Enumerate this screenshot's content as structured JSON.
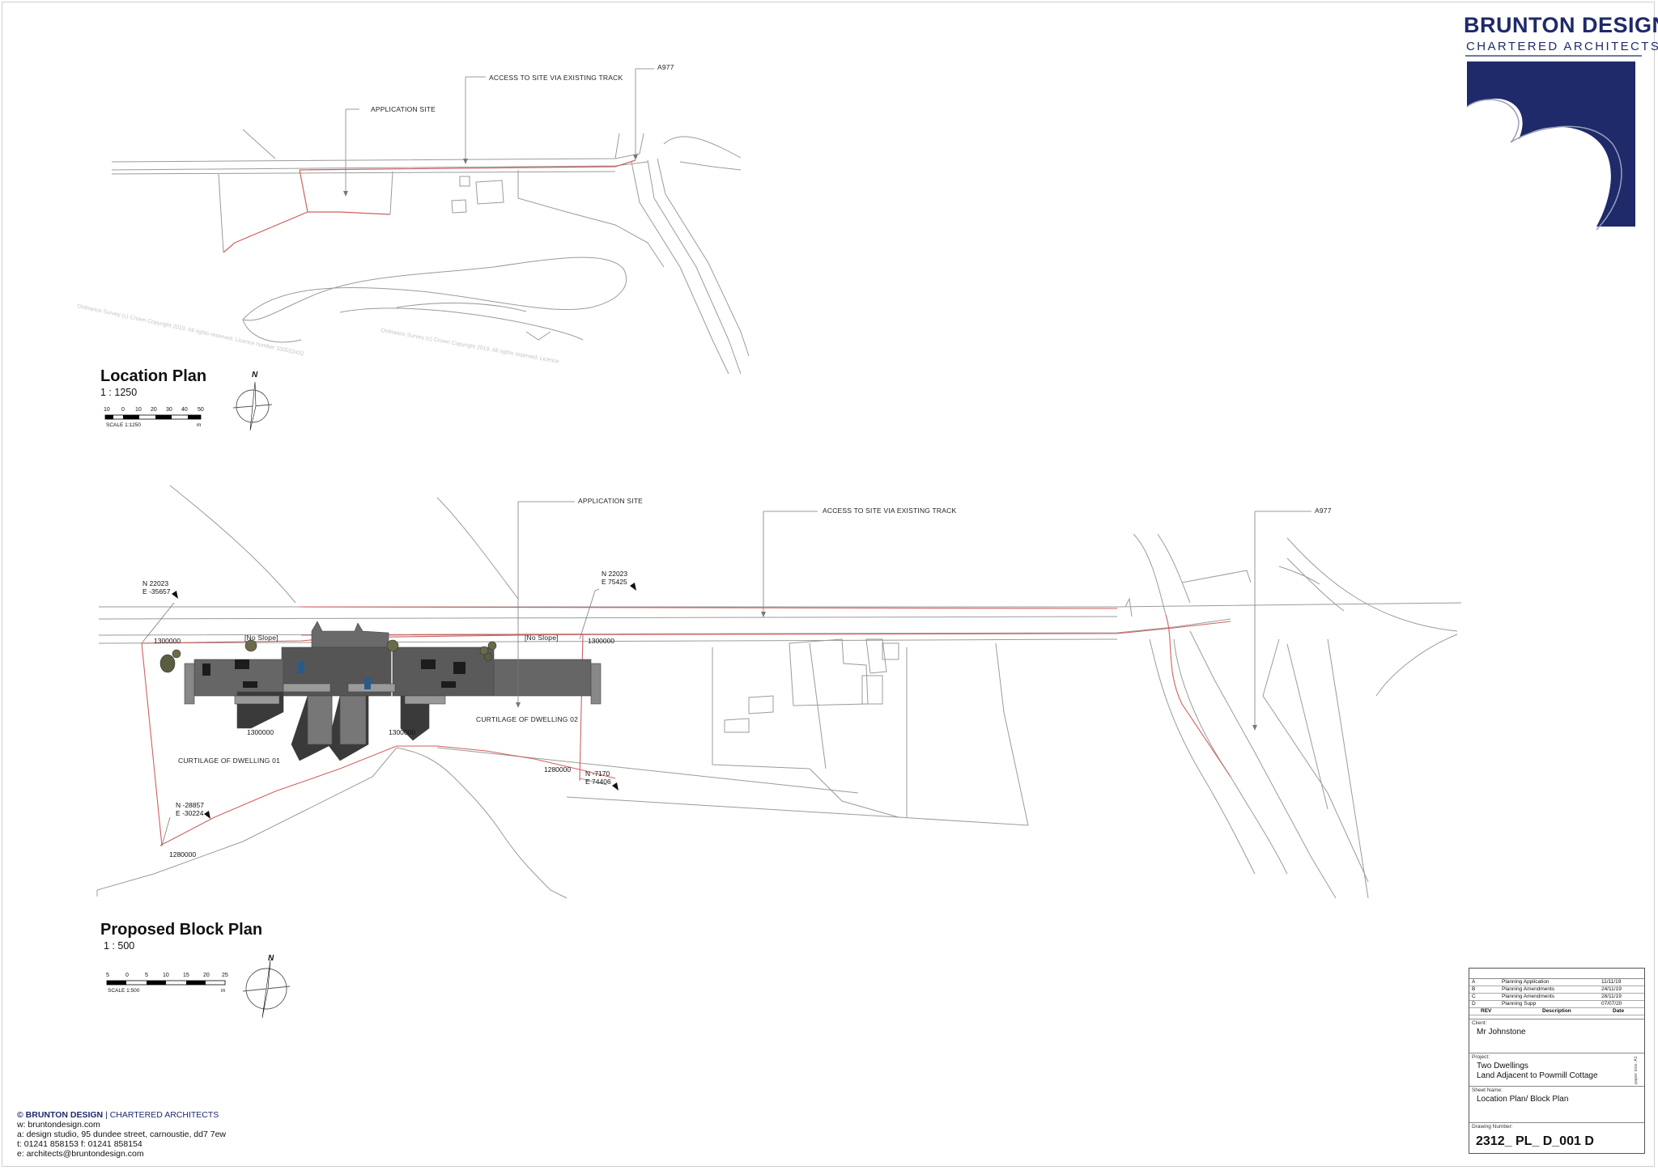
{
  "logo": {
    "title": "BRUNTON DESIGN",
    "subtitle": "CHARTERED ARCHITECTS",
    "colors": {
      "navy": "#1f2a6b"
    }
  },
  "location_plan": {
    "labels": {
      "application_site": "APPLICATION SITE",
      "access": "ACCESS TO SITE VIA EXISTING TRACK",
      "road": "A977"
    },
    "title": "Location Plan",
    "scale": "1 : 1250",
    "scalebar": {
      "ticks": [
        "10",
        "0",
        "10",
        "20",
        "30",
        "40",
        "50"
      ],
      "caption": "SCALE 1:1250",
      "unit": "m"
    },
    "north": "N"
  },
  "block_plan": {
    "labels": {
      "application_site": "APPLICATION SITE",
      "access": "ACCESS TO SITE VIA EXISTING TRACK",
      "road": "A977",
      "curtilage_1": "CURTILAGE OF DWELLING 01",
      "curtilage_2": "CURTILAGE OF DWELLING 02",
      "no_slope_1": "[No Slope]",
      "no_slope_2": "[No Slope]"
    },
    "coords": [
      {
        "n": "N 22023",
        "e": "E -35657"
      },
      {
        "n": "N 22023",
        "e": "E 75425"
      },
      {
        "n": "N -28857",
        "e": "E -30224"
      },
      {
        "n": "N -7170",
        "e": "E 74406"
      }
    ],
    "levels": [
      "1300000",
      "1300000",
      "1300000",
      "1300000",
      "1280000",
      "1280000"
    ],
    "title": "Proposed Block Plan",
    "scale": "1 : 500",
    "scalebar": {
      "ticks": [
        "5",
        "0",
        "5",
        "10",
        "15",
        "20",
        "25"
      ],
      "caption": "SCALE 1:500",
      "unit": "m"
    },
    "north": "N"
  },
  "title_block": {
    "revisions": [
      {
        "rev": "A",
        "desc": "Planning Application",
        "date": "11/11/19"
      },
      {
        "rev": "B",
        "desc": "Planning Amendments",
        "date": "24/11/19"
      },
      {
        "rev": "C",
        "desc": "Planning Amendments",
        "date": "28/11/19"
      },
      {
        "rev": "D",
        "desc": "Planning Supp",
        "date": "07/07/20"
      }
    ],
    "rev_header": {
      "rev": "REV",
      "desc": "Description",
      "date": "Date"
    },
    "client_caption": "Client:",
    "client": "Mr Johnstone",
    "project_caption": "Project:",
    "project_line1": "Two Dwellings",
    "project_line2": "Land Adjacent to Powmill Cottage",
    "sheet_caption": "Sheet Name:",
    "sheet_name": "Location Plan/ Block Plan",
    "drawing_caption": "Drawing Number:",
    "drawing_number": "2312_ PL_ D_001 D",
    "paper": "paper size: A1"
  },
  "footer": {
    "brand": "© BRUNTON DESIGN",
    "brand_suffix": "| CHARTERED ARCHITECTS",
    "web": "w: bruntondesign.com",
    "address": "a: design studio,  95 dundee street,  carnoustie,  dd7 7ew",
    "phone": "t:  01241 858153   f:  01241 858154",
    "email": "e: architects@bruntondesign.com"
  }
}
